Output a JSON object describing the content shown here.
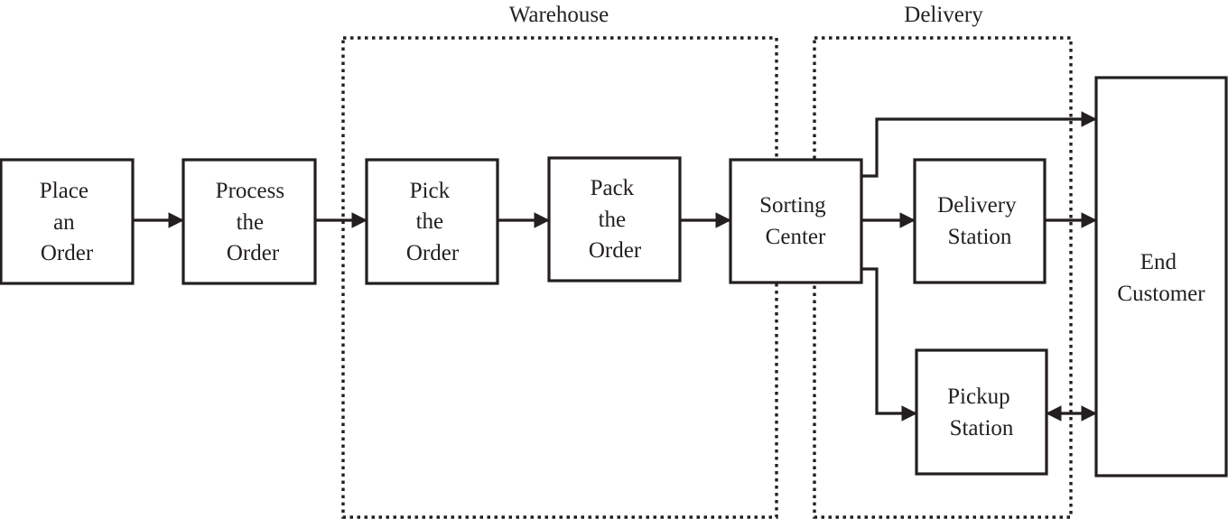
{
  "colors": {
    "stroke": "#231f20",
    "background": "#ffffff"
  },
  "groups": {
    "warehouse": "Warehouse",
    "delivery": "Delivery"
  },
  "nodes": {
    "place_order": [
      "Place",
      "an",
      "Order"
    ],
    "process_order": [
      "Process",
      "the",
      "Order"
    ],
    "pick_order": [
      "Pick",
      "the",
      "Order"
    ],
    "pack_order": [
      "Pack",
      "the",
      "Order"
    ],
    "sorting_center": [
      "Sorting",
      "Center"
    ],
    "delivery_station": [
      "Delivery",
      "Station"
    ],
    "pickup_station": [
      "Pickup",
      "Station"
    ],
    "end_customer": [
      "End",
      "Customer"
    ]
  },
  "edges": [
    {
      "from": "place_order",
      "to": "process_order",
      "direction": "forward"
    },
    {
      "from": "process_order",
      "to": "pick_order",
      "direction": "forward"
    },
    {
      "from": "pick_order",
      "to": "pack_order",
      "direction": "forward"
    },
    {
      "from": "pack_order",
      "to": "sorting_center",
      "direction": "forward"
    },
    {
      "from": "sorting_center",
      "to": "end_customer",
      "direction": "forward"
    },
    {
      "from": "sorting_center",
      "to": "delivery_station",
      "direction": "forward"
    },
    {
      "from": "delivery_station",
      "to": "end_customer",
      "direction": "forward"
    },
    {
      "from": "sorting_center",
      "to": "pickup_station",
      "direction": "forward"
    },
    {
      "from": "pickup_station",
      "to": "end_customer",
      "direction": "both"
    }
  ]
}
